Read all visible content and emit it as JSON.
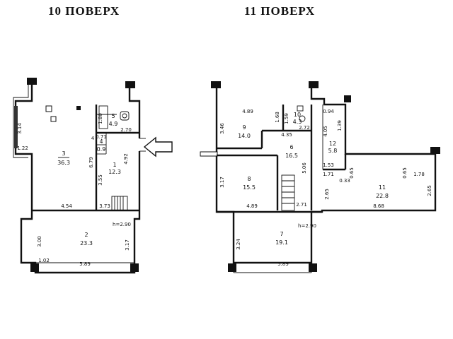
{
  "titles": {
    "floor10": "10 ПОВЕРХ",
    "floor11": "11 ПОВЕРХ"
  },
  "rooms": [
    {
      "id": "r10-3",
      "number": "3",
      "area": "36.3"
    },
    {
      "id": "r10-5",
      "number": "5",
      "area": "4.9"
    },
    {
      "id": "r10-4",
      "number": "4",
      "area": "0.9"
    },
    {
      "id": "r10-1",
      "number": "1",
      "area": "12.3"
    },
    {
      "id": "r10-2",
      "number": "2",
      "area": "23.3"
    },
    {
      "id": "r11-9",
      "number": "9",
      "area": "14.0"
    },
    {
      "id": "r11-10",
      "number": "10",
      "area": "4.3"
    },
    {
      "id": "r11-6",
      "number": "6",
      "area": "16.5"
    },
    {
      "id": "r11-12",
      "number": "12",
      "area": "5.8"
    },
    {
      "id": "r11-8",
      "number": "8",
      "area": "15.5"
    },
    {
      "id": "r11-11",
      "number": "11",
      "area": "22.8"
    },
    {
      "id": "r11-7",
      "number": "7",
      "area": "19.1"
    }
  ],
  "dimensions": [
    "3.14",
    "1.22",
    "6.79",
    "1.80",
    "2.70",
    "0.71",
    "4",
    "3.55",
    "4.92",
    "4.54",
    "3.73",
    "h=2.90",
    "3.00",
    "3.17",
    "1.02",
    "5.89",
    "4.89",
    "3.46",
    "1.68",
    "1.59",
    "2.72",
    "4.35",
    "0.94",
    "4.05",
    "1.39",
    "1.53",
    "5.06",
    "1.71",
    "0.33",
    "0.65",
    "0.65",
    "1.78",
    "3.17",
    "2.65",
    "4.89",
    "2.71",
    "8.68",
    "2.65",
    "h=2.90",
    "3.24",
    "5.89"
  ]
}
